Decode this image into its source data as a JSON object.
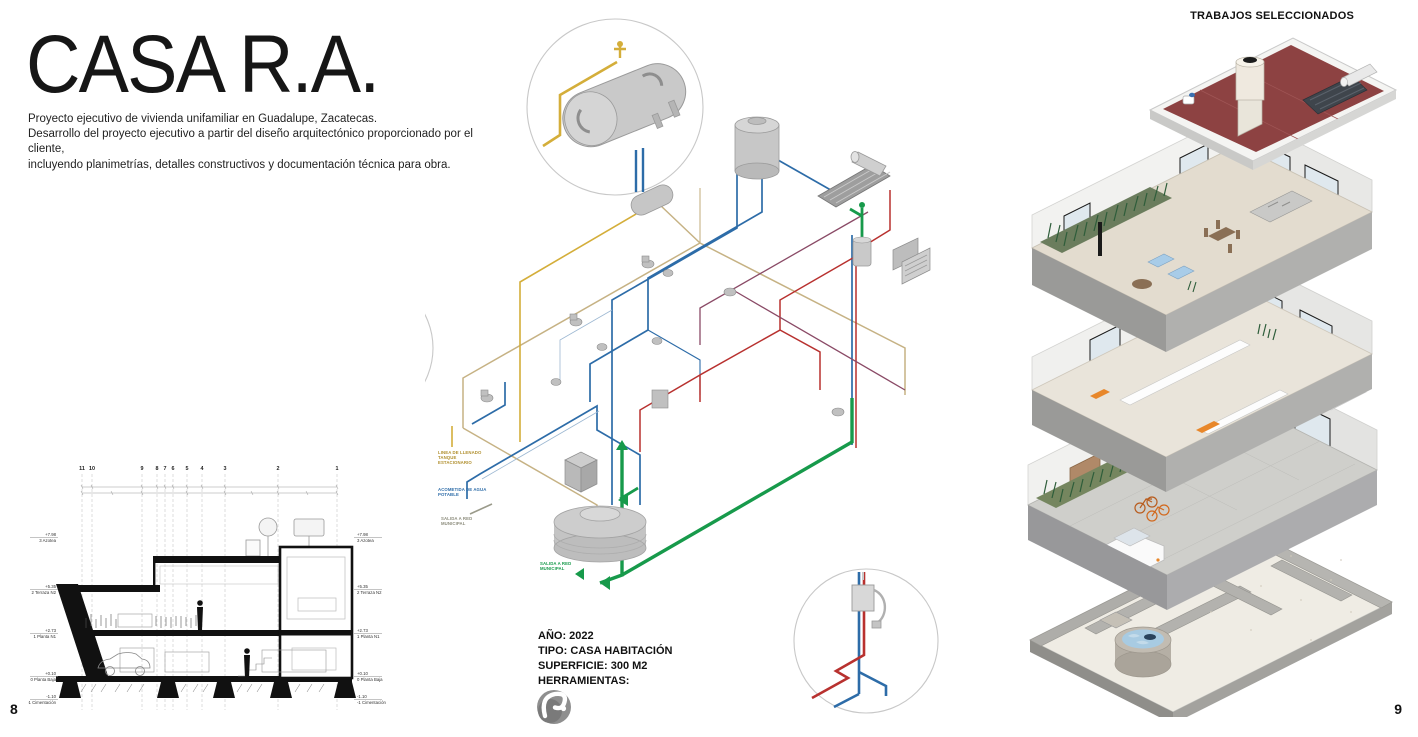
{
  "page": {
    "left_number": "8",
    "right_number": "9",
    "header_right": "TRABAJOS SELECCIONADOS"
  },
  "project": {
    "title": "CASA R.A.",
    "description_lines": [
      "Proyecto ejecutivo de vivienda unifamiliar en Guadalupe, Zacatecas.",
      "Desarrollo del proyecto ejecutivo a partir del diseño arquitectónico proporcionado por el cliente,",
      "incluyendo planimetrías, detalles constructivos y documentación técnica para obra."
    ],
    "year": "AÑO: 2022",
    "type": "TIPO: CASA HABITACIÓN",
    "surface": "SUPERFICIE: 300 M2",
    "tools": "HERRAMIENTAS:",
    "tools_logo_icon": "archicad-logo"
  },
  "section": {
    "grid_numbers": [
      "11",
      "10",
      "9",
      "8",
      "7",
      "6",
      "5",
      "4",
      "3",
      "2",
      "1"
    ],
    "levels": [
      {
        "elevation": "+7.98",
        "name": "3 Azotea"
      },
      {
        "elevation": "+5.35",
        "name": "2 Terraza N2"
      },
      {
        "elevation": "+2.73",
        "name": "1 Planta N1"
      },
      {
        "elevation": "+0.10",
        "name": "0 Planta Baja"
      },
      {
        "elevation": "-1.10",
        "name": "-1 Cimentación"
      }
    ]
  },
  "mep": {
    "labels": {
      "gas_fill": "LINEA DE LLENADO TANQUE ESTACIONARIO",
      "water_inlet": "ACOMETIDA DE AGUA POTABLE",
      "sewer_outlet_gray": "SALIDA A RED MUNICIPAL",
      "sewer_outlet_green": "SALIDA A RED MUNICIPAL"
    },
    "pipe_colors": {
      "cold_water": "#2d6ca8",
      "hot_water": "#b8312f",
      "gas": "#d4ae3a",
      "sanitary": "#c6b284",
      "drain": "#179a4b",
      "return_line": "#8a4a66"
    }
  },
  "axon": {
    "palette": {
      "roof": "#8d4242",
      "plants": "#2e5d3a",
      "accent_orange": "#e8872a",
      "water": "#a8cbe2"
    }
  }
}
